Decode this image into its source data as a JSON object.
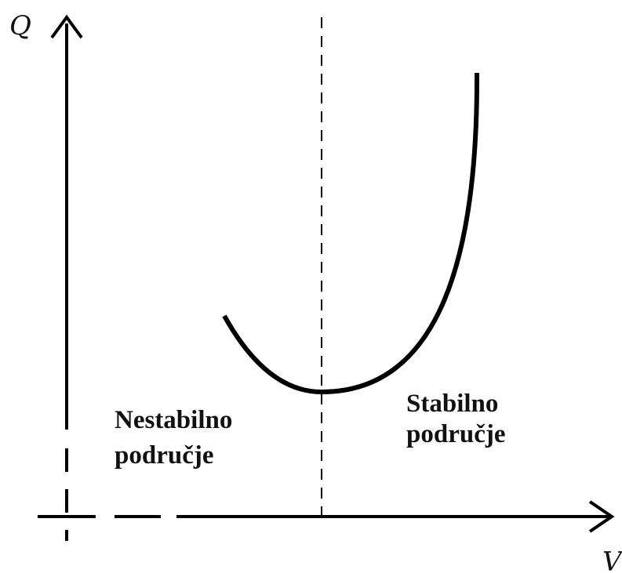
{
  "diagram": {
    "y_axis_label": "Q",
    "x_axis_label": "V",
    "unstable_region": {
      "line1": "Nestabilno",
      "line2": "područje"
    },
    "stable_region": {
      "line1": "Stabilno",
      "line2": "područje"
    },
    "colors": {
      "stroke": "#000000",
      "text": "#111111",
      "background": "#ffffff"
    }
  }
}
